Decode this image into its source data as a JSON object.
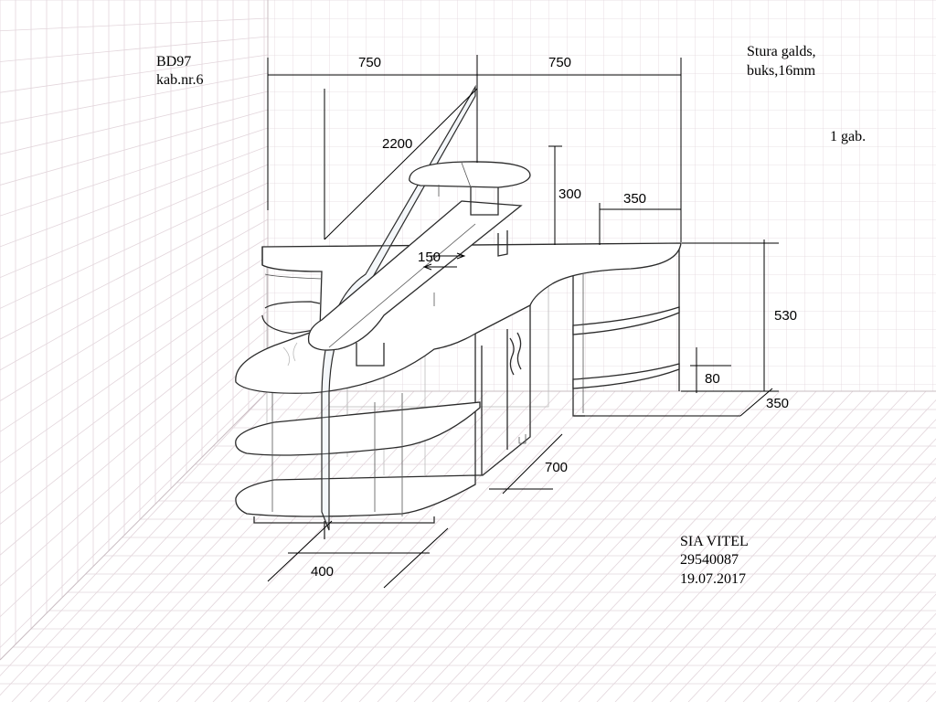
{
  "header": {
    "code": "BD97",
    "cabinet": "kab.nr.6"
  },
  "material": {
    "line1": "Stura galds,",
    "line2": "buks,16mm"
  },
  "quantity": "1 gab.",
  "dimensions": {
    "width_left": "750",
    "width_right": "750",
    "height_total": "2200",
    "upper_shelf_height": "300",
    "side_depth_top": "350",
    "top_shelf_offset": "150",
    "counter_height": "530",
    "plinth_height": "80",
    "side_depth_bottom": "350",
    "cabinet_depth": "700",
    "front_width": "400"
  },
  "footer": {
    "company": "SIA VITEL",
    "phone": "29540087",
    "date": "19.07.2017"
  },
  "colors": {
    "grid": "#e3d6dc",
    "lines": "#2b2b2b",
    "background": "#ffffff"
  }
}
